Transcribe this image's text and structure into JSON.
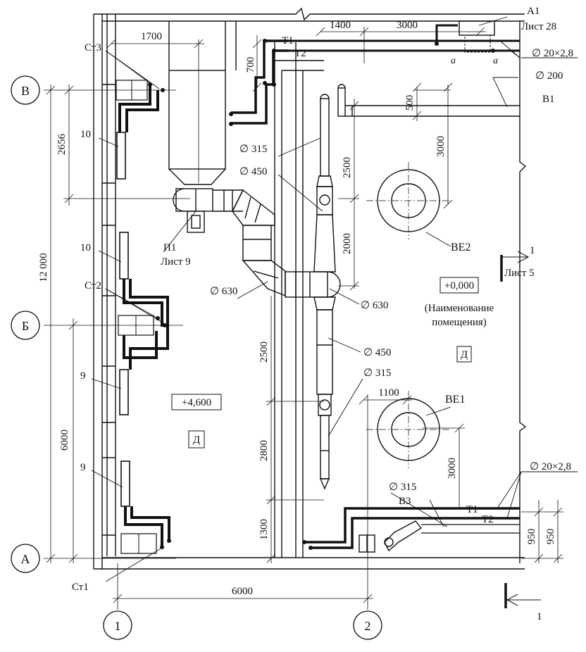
{
  "axes": {
    "V": "В",
    "B": "Б",
    "A": "А",
    "one": "1",
    "two": "2"
  },
  "dims": {
    "d1700": "1700",
    "d1400": "1400",
    "d3000_top": "3000",
    "d700": "700",
    "d2656": "2656",
    "d12000": "12 000",
    "d6000_left": "6000",
    "d500": "500",
    "d3000_r1": "3000",
    "d2500_a": "2500",
    "d2000": "2000",
    "d2500_b": "2500",
    "d2800": "2800",
    "d1300": "1300",
    "d1100": "1100",
    "d3000_r2": "3000",
    "d950_a": "950",
    "d950_b": "950",
    "d6000_bottom": "6000"
  },
  "labels": {
    "st3": "Ст3",
    "st2": "Ст2",
    "st1": "Ст1",
    "n10a": "10",
    "n10b": "10",
    "n9a": "9",
    "n9b": "9",
    "t1_top": "Т1",
    "t2_top": "Т2",
    "a_1": "а",
    "a_2": "а",
    "a1": "А1",
    "list28": "Лист 28",
    "dia20_top": "∅ 20×2,8",
    "dia200": "∅ 200",
    "v1": "В1",
    "dia315_top": "∅ 315",
    "dia450_top": "∅ 450",
    "p1": "П1",
    "list9": "Лист 9",
    "dia630_left": "∅ 630",
    "dia630_right": "∅ 630",
    "dia450_bot": "∅ 450",
    "dia315_mid": "∅ 315",
    "ve2": "ВЕ2",
    "ve1": "ВЕ1",
    "sec1_top": "1",
    "list5": "Лист 5",
    "sec1_bot": "1",
    "level0": "+0,000",
    "room_name_1": "(Наименование",
    "room_name_2": "помещения)",
    "d_right": "Д",
    "level46": "+4,600",
    "d_left": "Д",
    "dia20_bot": "∅ 20×2,8",
    "dia315_bot": "∅ 315",
    "v3": "В3",
    "t1_bot": "Т1",
    "t2_bot": "Т2"
  }
}
